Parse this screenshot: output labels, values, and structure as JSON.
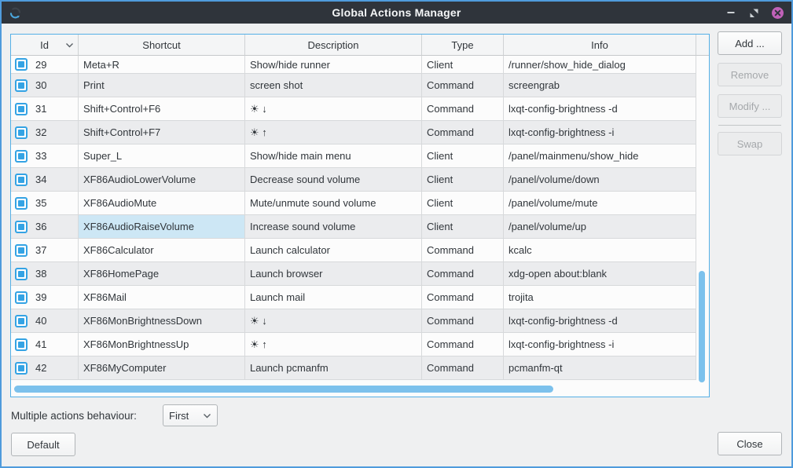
{
  "window": {
    "title": "Global Actions Manager"
  },
  "colors": {
    "accent_blue": "#34a3e4",
    "window_border": "#4f9bdc",
    "titlebar_bg": "#2f343b",
    "selection_bg": "#cde7f5",
    "scrollbar_thumb": "#7cc1ec",
    "close_button": "#c061b8"
  },
  "table": {
    "columns": [
      "Id",
      "Shortcut",
      "Description",
      "Type",
      "Info"
    ],
    "sorted_column": "Id",
    "selected_cell": {
      "row_id": "36",
      "column": "shortcut"
    },
    "rows": [
      {
        "checked": true,
        "id": "29",
        "shortcut": "Meta+R",
        "description": "Show/hide runner",
        "type": "Client",
        "info": "/runner/show_hide_dialog"
      },
      {
        "checked": true,
        "id": "30",
        "shortcut": "Print",
        "description": "screen shot",
        "type": "Command",
        "info": "screengrab"
      },
      {
        "checked": true,
        "id": "31",
        "shortcut": "Shift+Control+F6",
        "description": "☀ ↓",
        "type": "Command",
        "info": "lxqt-config-brightness -d"
      },
      {
        "checked": true,
        "id": "32",
        "shortcut": "Shift+Control+F7",
        "description": "☀ ↑",
        "type": "Command",
        "info": "lxqt-config-brightness -i"
      },
      {
        "checked": true,
        "id": "33",
        "shortcut": "Super_L",
        "description": "Show/hide main menu",
        "type": "Client",
        "info": "/panel/mainmenu/show_hide"
      },
      {
        "checked": true,
        "id": "34",
        "shortcut": "XF86AudioLowerVolume",
        "description": "Decrease sound volume",
        "type": "Client",
        "info": "/panel/volume/down"
      },
      {
        "checked": true,
        "id": "35",
        "shortcut": "XF86AudioMute",
        "description": "Mute/unmute sound volume",
        "type": "Client",
        "info": "/panel/volume/mute"
      },
      {
        "checked": true,
        "id": "36",
        "shortcut": "XF86AudioRaiseVolume",
        "description": "Increase sound volume",
        "type": "Client",
        "info": "/panel/volume/up"
      },
      {
        "checked": true,
        "id": "37",
        "shortcut": "XF86Calculator",
        "description": "Launch calculator",
        "type": "Command",
        "info": "kcalc"
      },
      {
        "checked": true,
        "id": "38",
        "shortcut": "XF86HomePage",
        "description": "Launch browser",
        "type": "Command",
        "info": "xdg-open about:blank"
      },
      {
        "checked": true,
        "id": "39",
        "shortcut": "XF86Mail",
        "description": "Launch mail",
        "type": "Command",
        "info": "trojita"
      },
      {
        "checked": true,
        "id": "40",
        "shortcut": "XF86MonBrightnessDown",
        "description": "☀ ↓",
        "type": "Command",
        "info": "lxqt-config-brightness -d"
      },
      {
        "checked": true,
        "id": "41",
        "shortcut": "XF86MonBrightnessUp",
        "description": "☀ ↑",
        "type": "Command",
        "info": "lxqt-config-brightness -i"
      },
      {
        "checked": true,
        "id": "42",
        "shortcut": "XF86MyComputer",
        "description": "Launch pcmanfm",
        "type": "Command",
        "info": "pcmanfm-qt"
      }
    ]
  },
  "side_buttons": [
    {
      "label": "Add ...",
      "enabled": true
    },
    {
      "label": "Remove",
      "enabled": false
    },
    {
      "label": "Modify ...",
      "enabled": false
    },
    {
      "label": "Swap",
      "enabled": false
    }
  ],
  "footer": {
    "behaviour_label": "Multiple actions behaviour:",
    "behaviour_value": "First",
    "default_button": "Default",
    "close_button": "Close"
  }
}
